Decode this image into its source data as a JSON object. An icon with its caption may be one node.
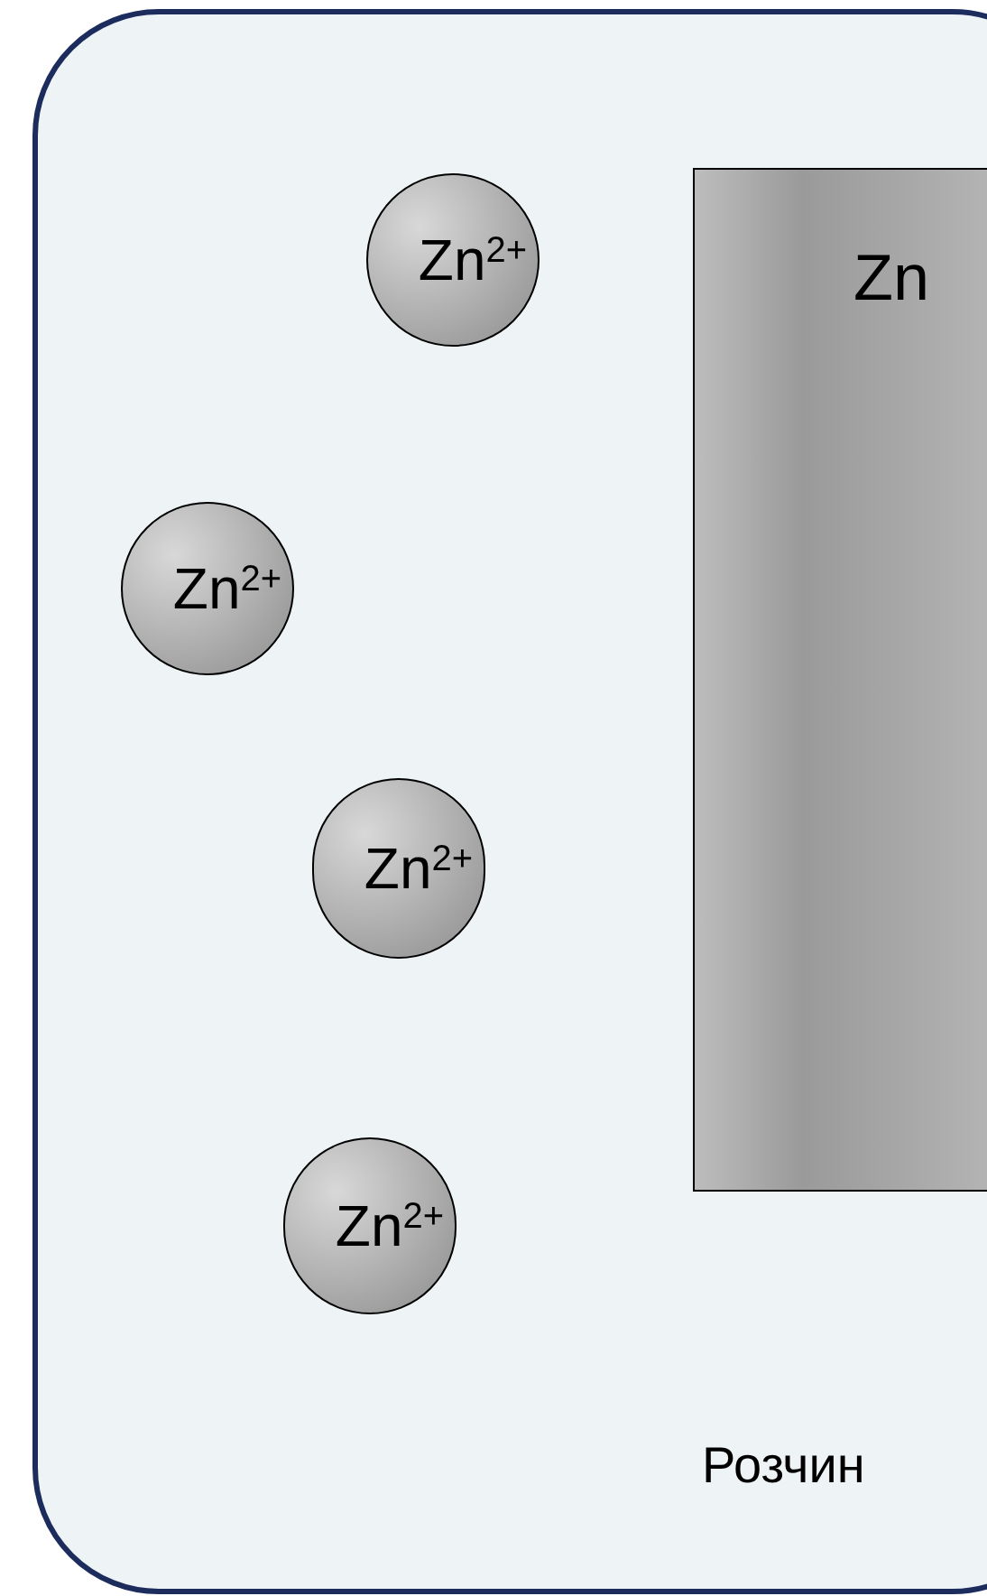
{
  "diagram": {
    "nodes": [
      {
        "text": [
          "Розчин"
        ]
      },
      {
        "text": [
          "Zn"
        ],
        "in": 0
      },
      {
        "text": [
          "Zn$^{2+}$"
        ],
        "in": 0
      },
      {
        "text": [
          "Zn$^{2+}$"
        ],
        "in": 0
      },
      {
        "text": [
          "Zn$^{2+}$"
        ],
        "in": 0
      },
      {
        "text": [
          "Zn$^{2+}$"
        ],
        "in": 0
      }
    ]
  }
}
